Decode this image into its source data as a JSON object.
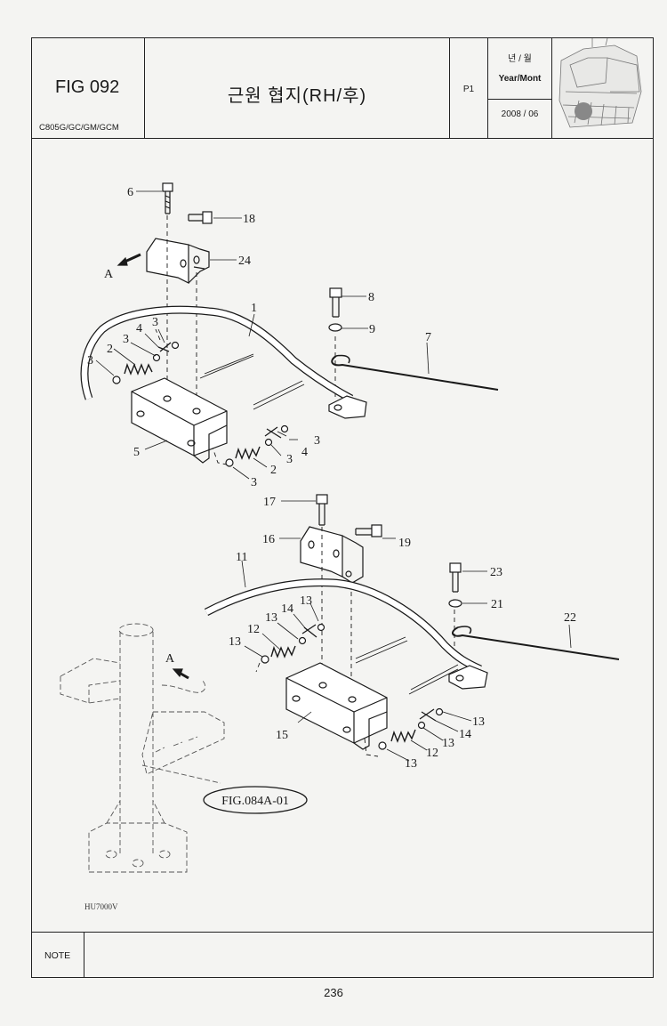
{
  "header": {
    "fig_no": "FIG 092",
    "models": "C805G/GC/GM/GCM",
    "title": "근원 협지(RH/후)",
    "page_code": "P1",
    "year_label_kr": "년 / 월",
    "year_label_en": "Year/Mont",
    "date": "2008 / 06"
  },
  "diagram": {
    "view_label": "A",
    "ref_label": "FIG.084A-01",
    "drawing_code": "HU7000V",
    "callouts": [
      "6",
      "18",
      "24",
      "8",
      "9",
      "7",
      "1",
      "3",
      "4",
      "3",
      "2",
      "3",
      "3",
      "5",
      "4",
      "3",
      "3",
      "2",
      "3",
      "17",
      "16",
      "19",
      "11",
      "23",
      "21",
      "22",
      "13",
      "14",
      "13",
      "12",
      "13",
      "13",
      "14",
      "13",
      "12",
      "13",
      "15"
    ]
  },
  "note_label": "NOTE",
  "page_number": "236"
}
